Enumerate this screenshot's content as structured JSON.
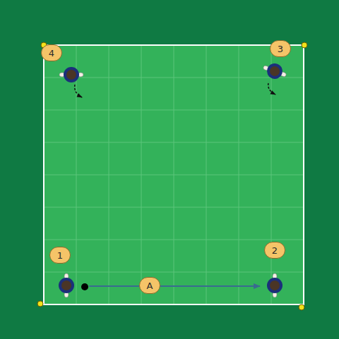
{
  "diagram": {
    "labels": [
      "4",
      "3",
      "1",
      "2",
      "A"
    ]
  }
}
